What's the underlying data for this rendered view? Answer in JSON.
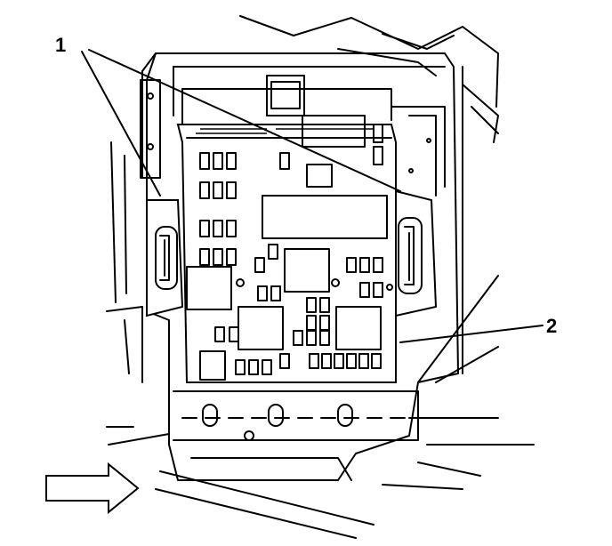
{
  "diagram": {
    "callouts": [
      {
        "id": "1",
        "label": "1"
      },
      {
        "id": "2",
        "label": "2"
      }
    ],
    "arrow_direction": "right",
    "colors": {
      "line": "#000000",
      "background": "#ffffff"
    }
  }
}
